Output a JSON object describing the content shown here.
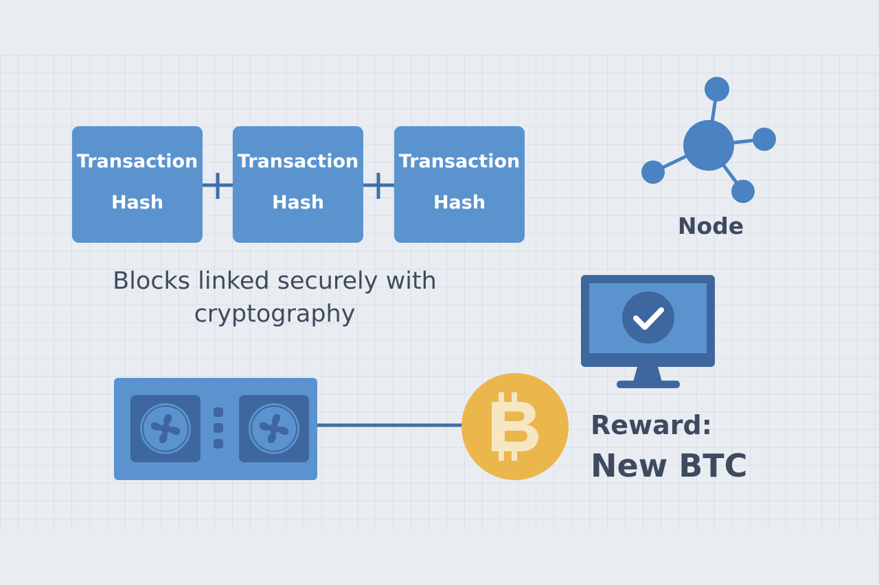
{
  "blocks": [
    {
      "line1": "Transaction",
      "line2": "Hash"
    },
    {
      "line1": "Transaction",
      "line2": "Hash"
    },
    {
      "line1": "Transaction",
      "line2": "Hash"
    }
  ],
  "caption": "Blocks linked securely with cryptography",
  "node_label": "Node",
  "reward": {
    "label": "Reward:",
    "value": "New BTC"
  },
  "colors": {
    "block": "#5b93cf",
    "connector": "#3f6fa8",
    "dark_blue": "#3d679e",
    "coin": "#ebb64c",
    "coin_symbol": "#f6e6c1",
    "text": "#3e4a5e",
    "background": "#e9edf2"
  },
  "icons": [
    "network-node-icon",
    "monitor-check-icon",
    "mining-rig-icon",
    "bitcoin-coin-icon",
    "fan-icon"
  ]
}
